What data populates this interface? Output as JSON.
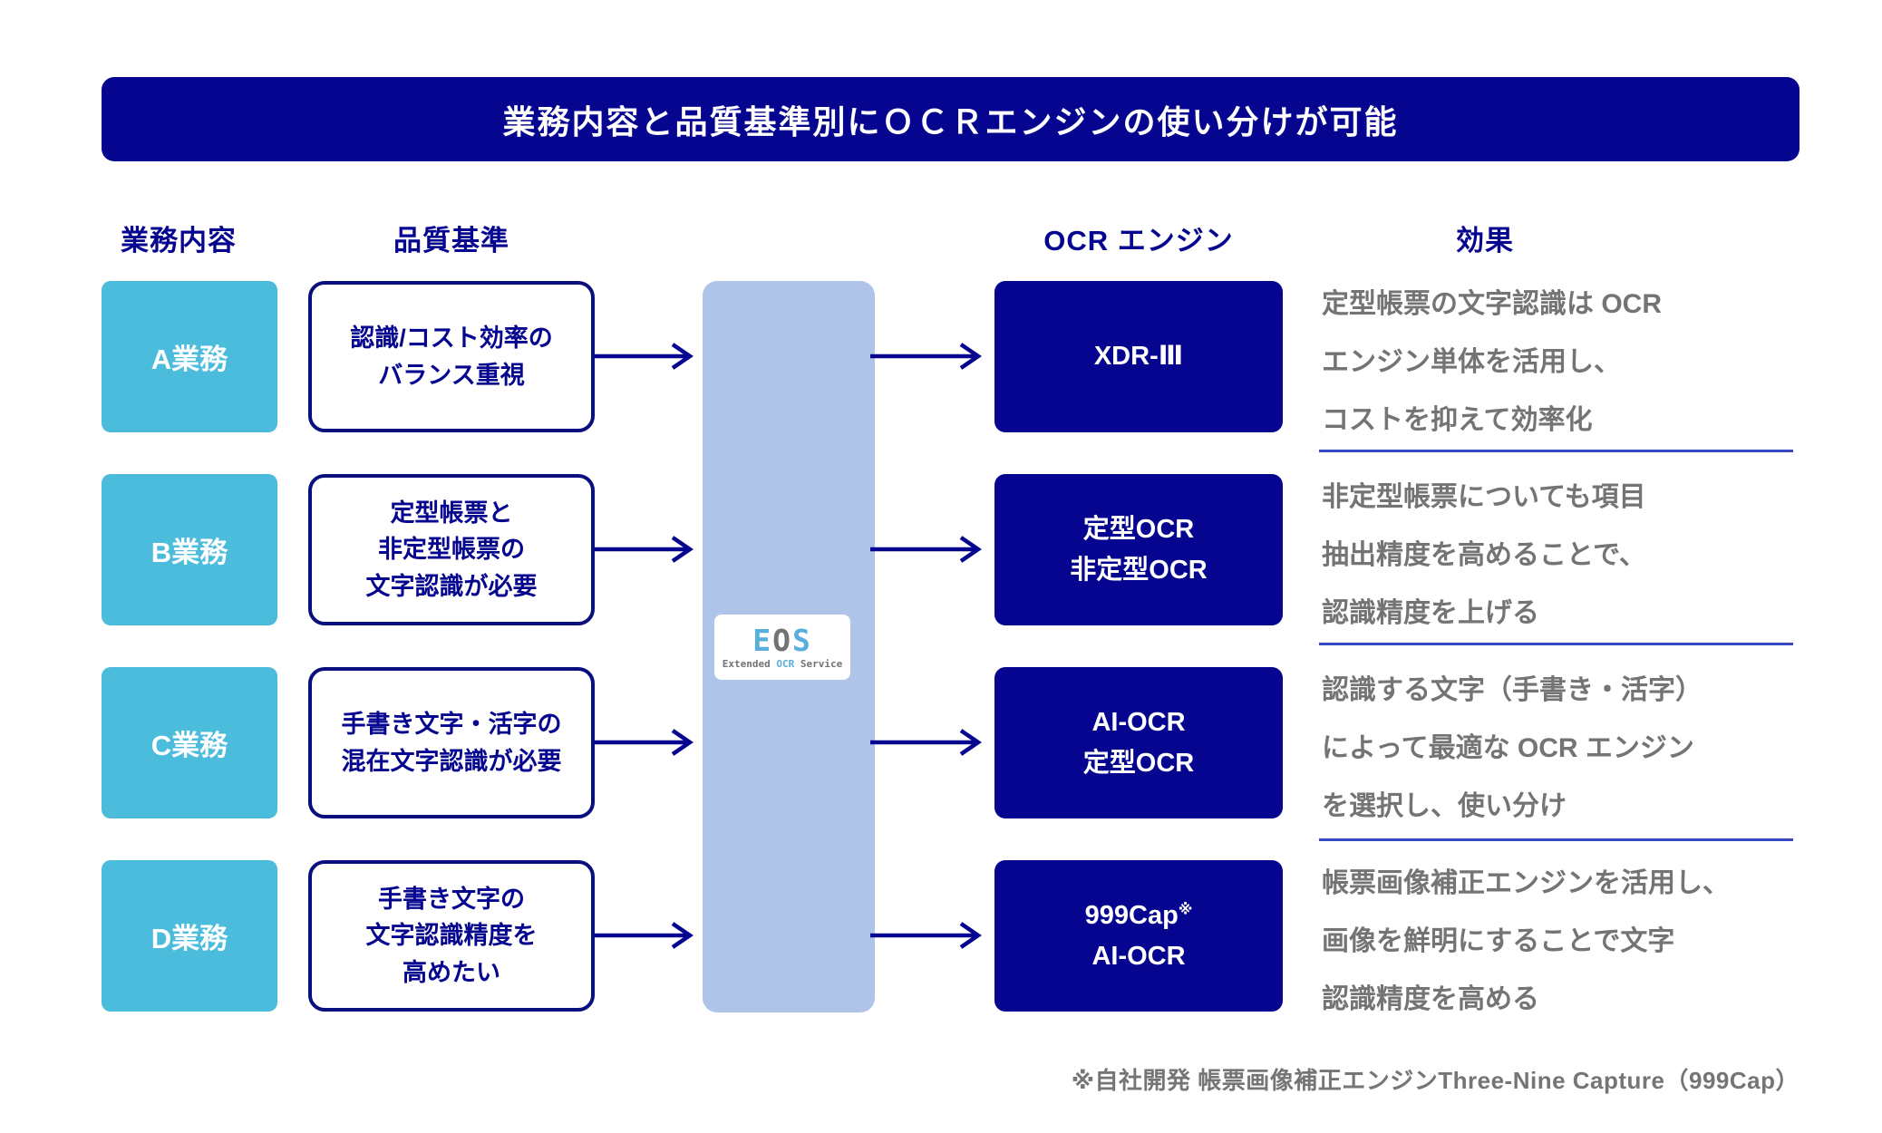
{
  "title": "業務内容と品質基準別にＯＣＲエンジンの使い分けが可能",
  "headers": {
    "task": "業務内容",
    "criteria": "品質基準",
    "engine": "OCR エンジン",
    "effect": "効果"
  },
  "rows": [
    {
      "task": "A業務",
      "criteria_lines": [
        "認識/コスト効率の",
        "バランス重視"
      ],
      "engine_lines": [
        "XDR-Ⅲ"
      ],
      "effect_lines": [
        "定型帳票の文字認識は OCR",
        "エンジン単体を活用し、",
        "コストを抑えて効率化"
      ]
    },
    {
      "task": "B業務",
      "criteria_lines": [
        "定型帳票と",
        "非定型帳票の",
        "文字認識が必要"
      ],
      "engine_lines": [
        "定型OCR",
        "非定型OCR"
      ],
      "effect_lines": [
        "非定型帳票についても項目",
        "抽出精度を高めることで、",
        "認識精度を上げる"
      ]
    },
    {
      "task": "C業務",
      "criteria_lines": [
        "手書き文字・活字の",
        "混在文字認識が必要"
      ],
      "engine_lines": [
        "AI-OCR",
        "定型OCR"
      ],
      "effect_lines": [
        "認識する文字（手書き・活字）",
        "によって最適な OCR エンジン",
        "を選択し、使い分け"
      ]
    },
    {
      "task": "D業務",
      "criteria_lines": [
        "手書き文字の",
        "文字認識精度を",
        "高めたい"
      ],
      "engine_lines": [
        "999Cap",
        "AI-OCR"
      ],
      "engine_sup": "※",
      "effect_lines": [
        "帳票画像補正エンジンを活用し、",
        "画像を鮮明にすることで文字",
        "認識精度を高める"
      ]
    }
  ],
  "eos_logo": {
    "letter_e": "E",
    "letter_o": "O",
    "letter_s": "S",
    "subtitle_extended": "Extended ",
    "subtitle_ocr": "OCR",
    "subtitle_service": " Service"
  },
  "footnote": "※自社開発 帳票画像補正エンジンThree-Nine Capture（999Cap）",
  "colors": {
    "navy": "#05058F",
    "cyan": "#4BBCDC",
    "periwinkle": "#B0C4EA",
    "effect_text_gray": "#747474",
    "divider_blue": "#3647C2",
    "eos_blue": "#58AEDC",
    "eos_gray": "#737373"
  }
}
